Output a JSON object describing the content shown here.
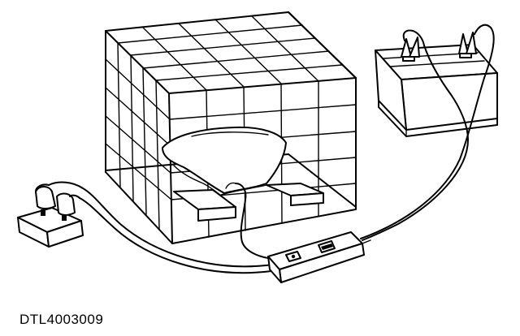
{
  "figure": {
    "code": "DTL4003009",
    "ink_color": "#000000",
    "background": "#ffffff"
  },
  "parts": {
    "cage": "wire-cage",
    "seat": "seat-cushion",
    "battery": "battery",
    "switch_box": "switch-box",
    "connector": "connector-block"
  }
}
